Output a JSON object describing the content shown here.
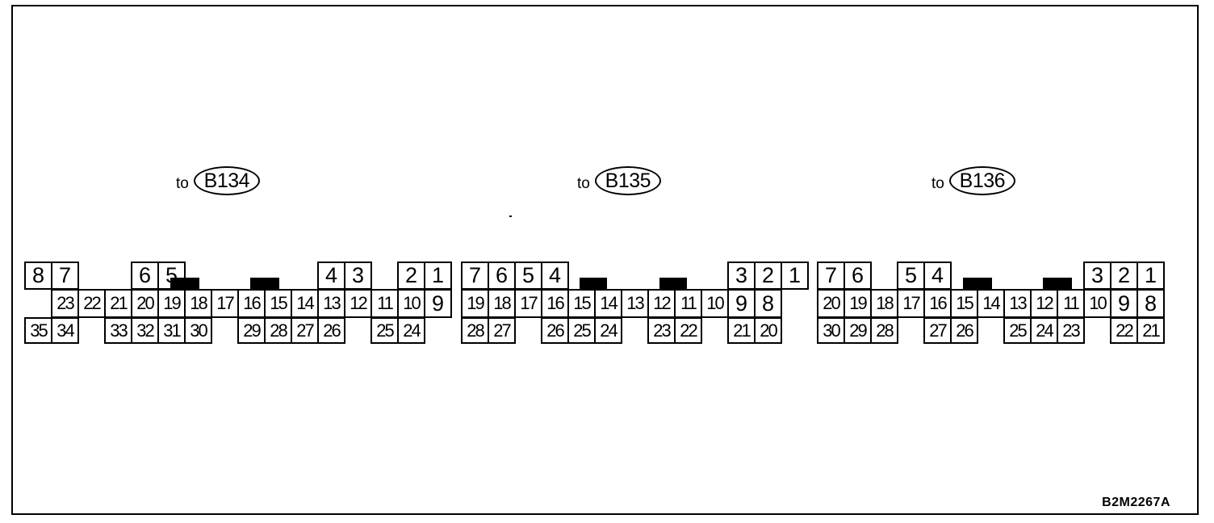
{
  "connectors": [
    {
      "prefix": "to",
      "id": "B134",
      "rows": [
        [
          "8",
          "7",
          "",
          "",
          "6",
          "5",
          "",
          "",
          "",
          "",
          "",
          "4",
          "3",
          "",
          "2",
          "1"
        ],
        [
          "23",
          "22",
          "21",
          "20",
          "19",
          "18",
          "17",
          "16",
          "15",
          "14",
          "13",
          "12",
          "11",
          "10",
          "9"
        ],
        [
          "35",
          "34",
          "",
          "33",
          "32",
          "31",
          "30",
          "",
          "29",
          "28",
          "27",
          "26",
          "",
          "25",
          "24"
        ]
      ]
    },
    {
      "prefix": "to",
      "id": "B135",
      "rows": [
        [
          "7",
          "6",
          "5",
          "4",
          "",
          "",
          "",
          "",
          "",
          "",
          "3",
          "2",
          "1"
        ],
        [
          "19",
          "18",
          "17",
          "16",
          "15",
          "14",
          "13",
          "12",
          "11",
          "10",
          "9",
          "8"
        ],
        [
          "28",
          "27",
          "",
          "26",
          "25",
          "24",
          "",
          "23",
          "22",
          "",
          "21",
          "20"
        ]
      ]
    },
    {
      "prefix": "to",
      "id": "B136",
      "rows": [
        [
          "7",
          "6",
          "",
          "5",
          "4",
          "",
          "",
          "",
          "",
          "",
          "3",
          "2",
          "1"
        ],
        [
          "20",
          "19",
          "18",
          "17",
          "16",
          "15",
          "14",
          "13",
          "12",
          "11",
          "10",
          "9",
          "8"
        ],
        [
          "30",
          "29",
          "28",
          "",
          "27",
          "26",
          "",
          "25",
          "24",
          "23",
          "",
          "22",
          "21"
        ]
      ]
    }
  ],
  "figure_code": "B2M2267A"
}
